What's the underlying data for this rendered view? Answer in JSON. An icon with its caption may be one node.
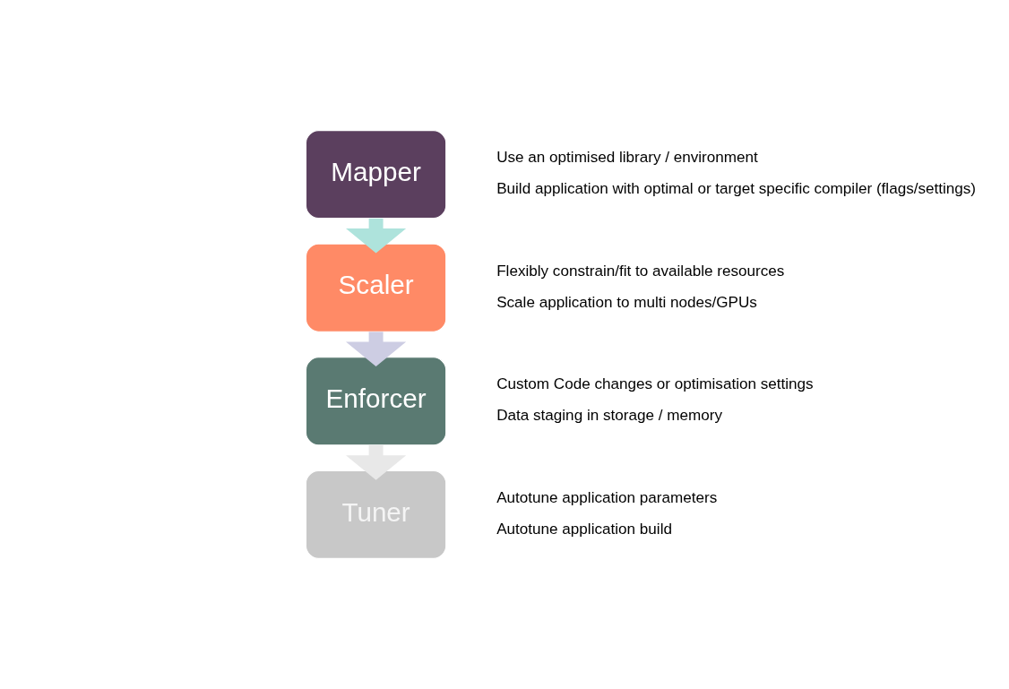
{
  "diagram": {
    "nodes": [
      {
        "text": [
          "Mapper"
        ],
        "beside": [
          "Use an optimised library / environment",
          "Build application with optimal or target specific compiler (flags/settings)"
        ]
      },
      {
        "text": [
          "Scaler"
        ],
        "beside": [
          "Flexibly constrain/fit to available resources",
          "Scale application to multi nodes/GPUs"
        ]
      },
      {
        "text": [
          "Enforcer"
        ],
        "beside": [
          "Custom Code changes or optimisation settings",
          "Data staging in storage / memory"
        ]
      },
      {
        "text": [
          "Tuner"
        ],
        "beside": [
          "Autotune application parameters",
          "Autotune application build"
        ]
      }
    ],
    "edges": [
      {
        "from": 0,
        "to": 1,
        "arrow": "to",
        "color": "#aee3dc"
      },
      {
        "from": 1,
        "to": 2,
        "arrow": "to",
        "color": "#cdcde3"
      },
      {
        "from": 2,
        "to": 3,
        "arrow": "to",
        "color": "#e8e8e8"
      }
    ]
  }
}
